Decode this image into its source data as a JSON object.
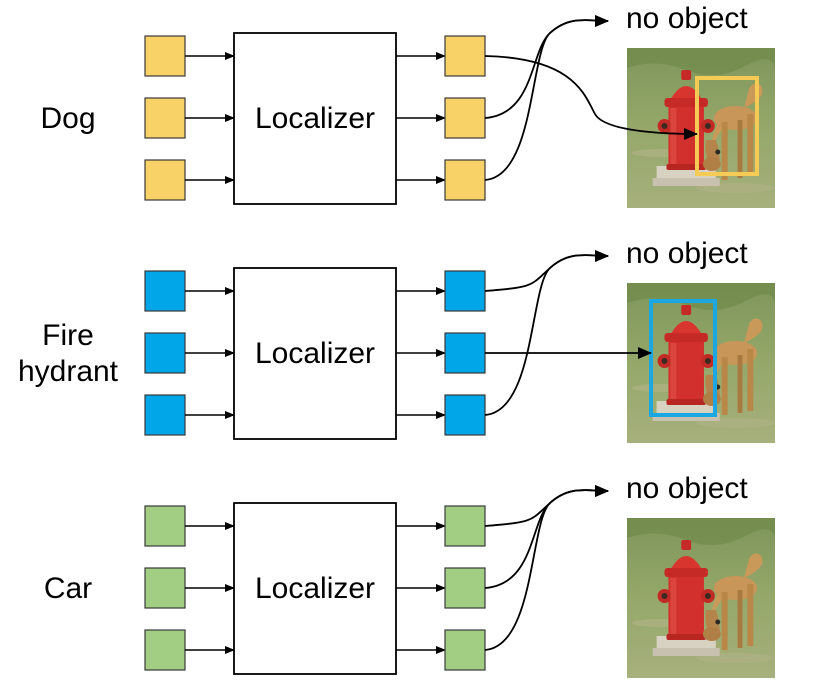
{
  "rows": [
    {
      "class_label_lines": [
        "Dog"
      ],
      "localizer_label": "Localizer",
      "no_object_label": "no object",
      "box_color": "#F8D267",
      "detection_color": "#F5CB55",
      "detection": "dog"
    },
    {
      "class_label_lines": [
        "Fire",
        "hydrant"
      ],
      "localizer_label": "Localizer",
      "no_object_label": "no object",
      "box_color": "#00A6E8",
      "detection_color": "#1AA7E2",
      "detection": "fire-hydrant"
    },
    {
      "class_label_lines": [
        "Car"
      ],
      "localizer_label": "Localizer",
      "no_object_label": "no object",
      "box_color": "#A2CE84",
      "detection_color": null,
      "detection": "none"
    }
  ]
}
